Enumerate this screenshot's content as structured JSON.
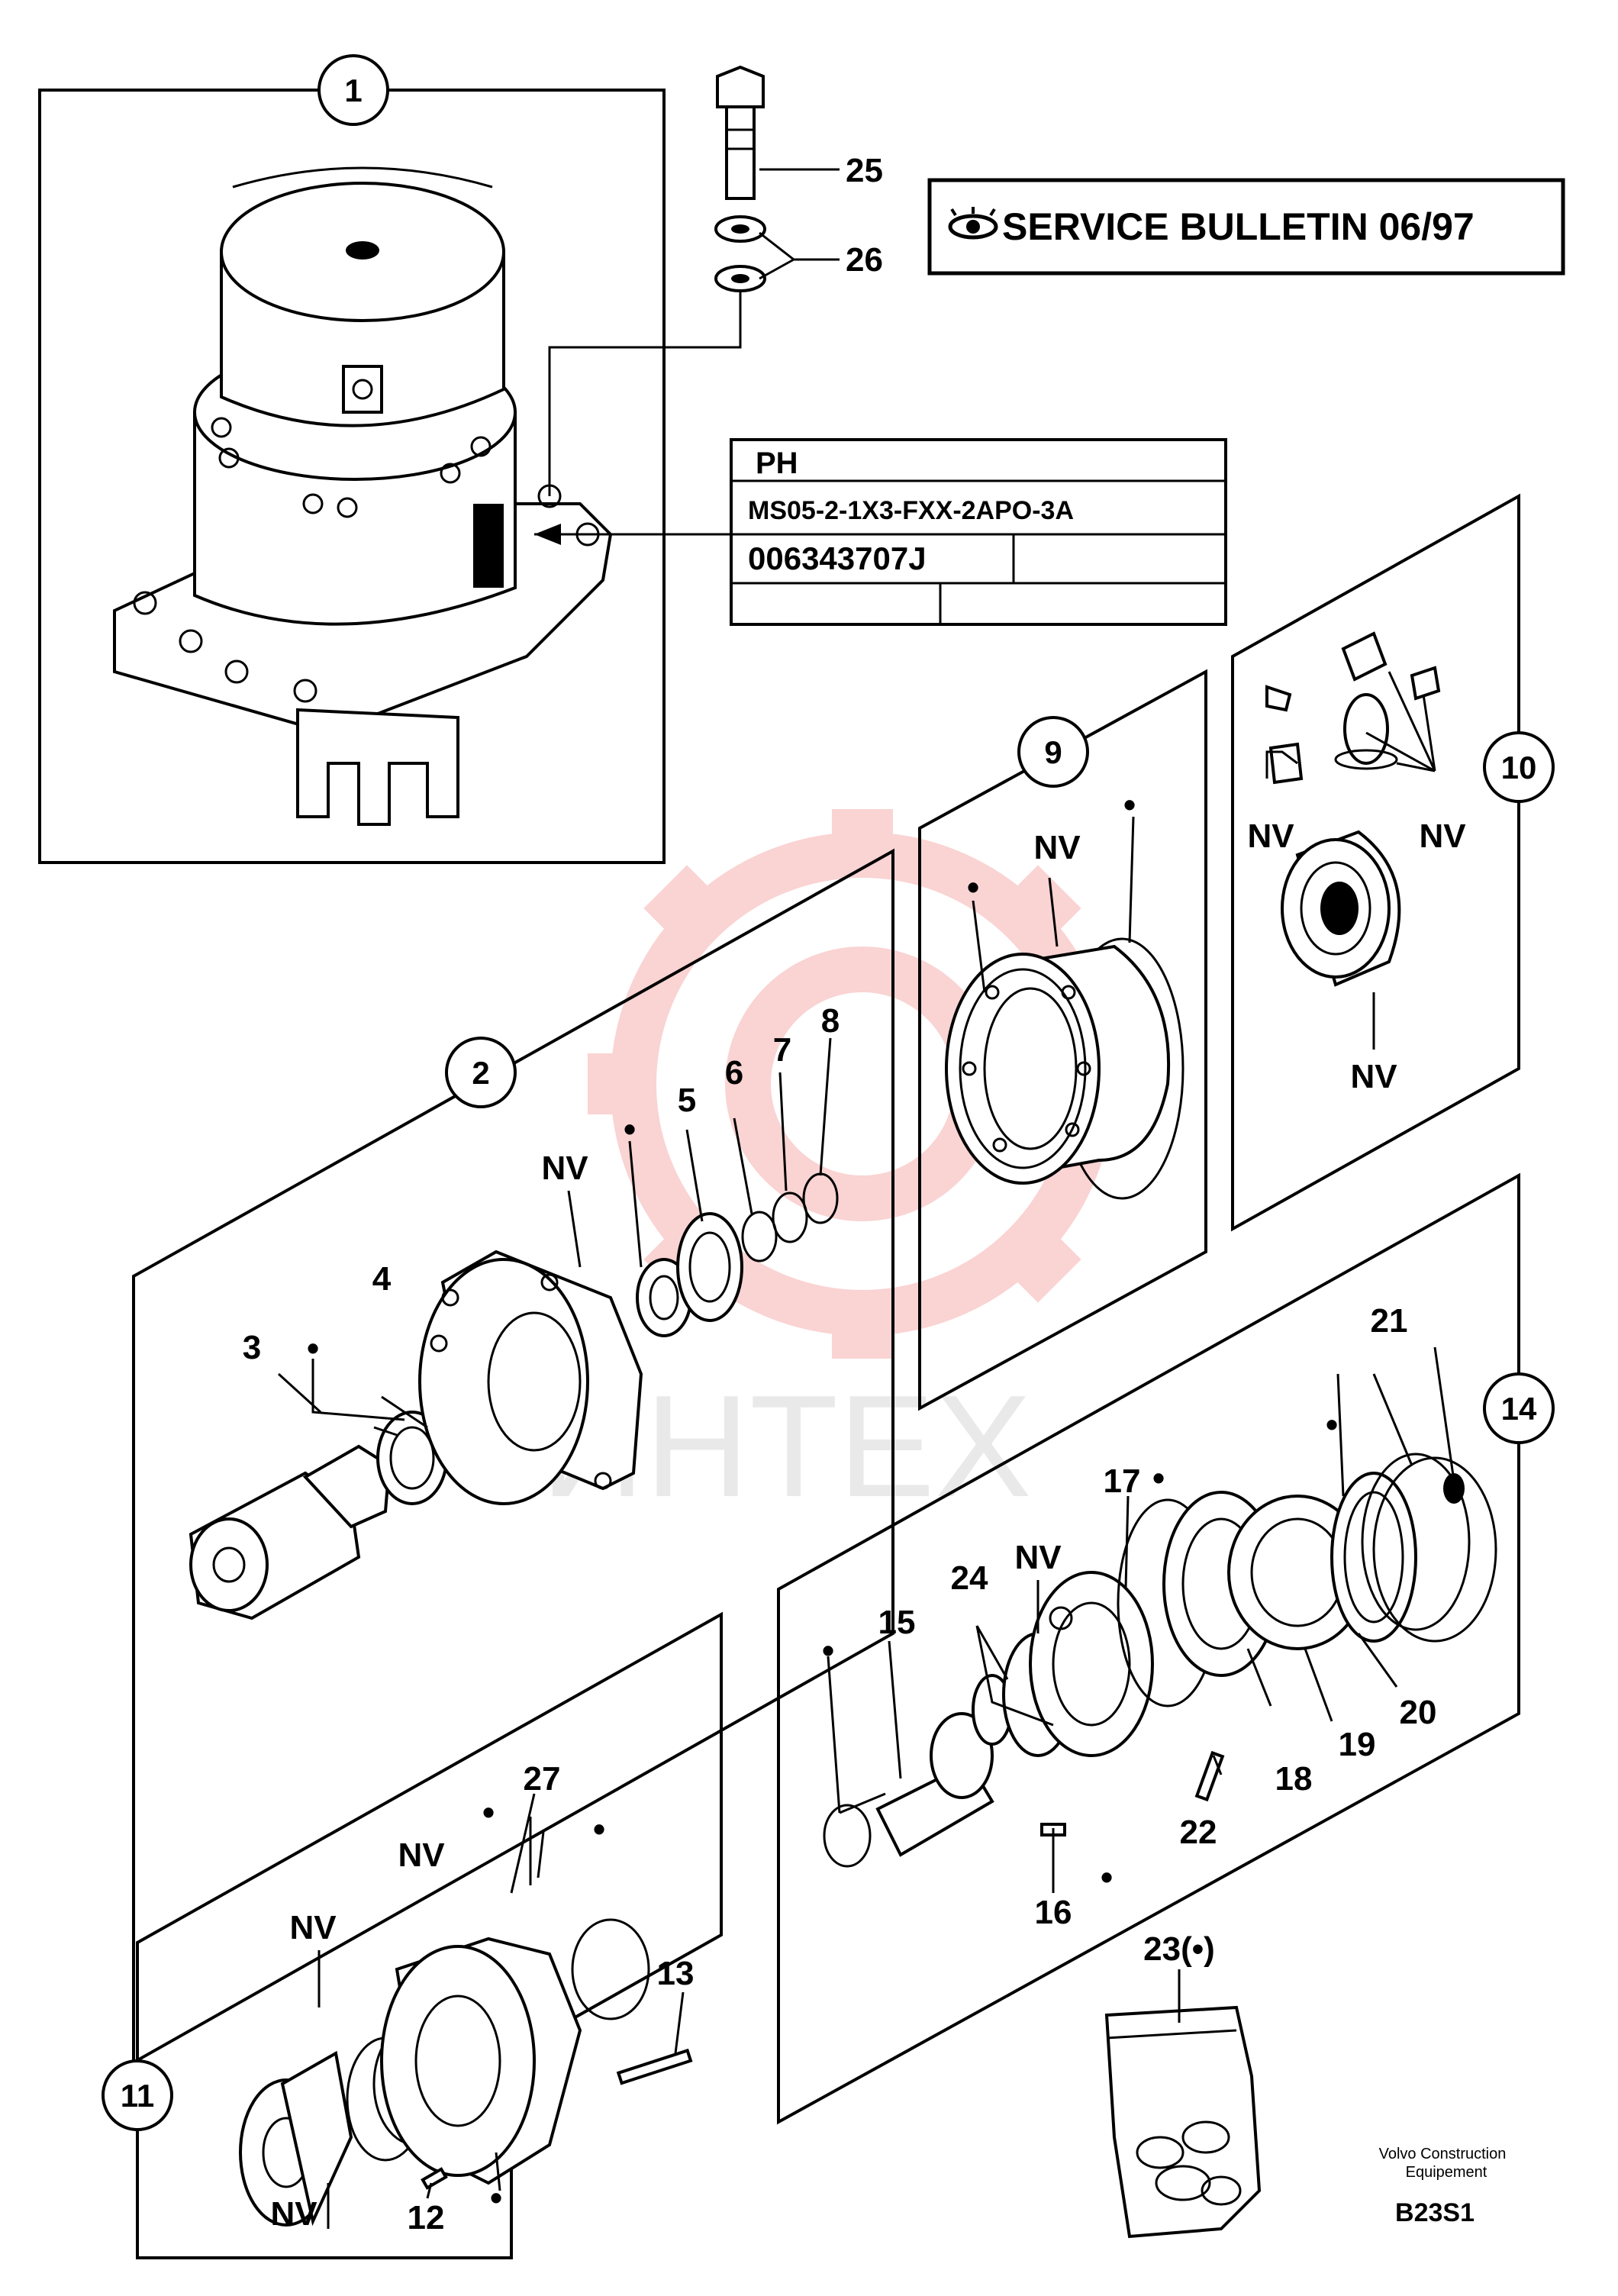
{
  "service_bulletin": {
    "icon": "eye-icon",
    "text": "SERVICE BULLETIN 06/97"
  },
  "nameplate": {
    "line1": "PH",
    "line2": "MS05-2-1X3-FXX-2APO-3A",
    "line3": "006343707J"
  },
  "group_numbers": {
    "g1": "1",
    "g2": "2",
    "g9": "9",
    "g10": "10",
    "g11": "11",
    "g14": "14"
  },
  "part_labels": {
    "p3": "3",
    "p4": "4",
    "p5": "5",
    "p6": "6",
    "p7": "7",
    "p8": "8",
    "p12": "12",
    "p13": "13",
    "p15": "15",
    "p16": "16",
    "p17": "17",
    "p18": "18",
    "p19": "19",
    "p20": "20",
    "p21": "21",
    "p22": "22",
    "p23": "23(•)",
    "p24": "24",
    "p25": "25",
    "p26": "26",
    "p27": "27"
  },
  "nv": "NV",
  "bullet": "•",
  "watermark": "ИНТЕХ",
  "footer": {
    "line1": "Volvo Construction",
    "line2": "Equipement",
    "code": "B23S1"
  }
}
